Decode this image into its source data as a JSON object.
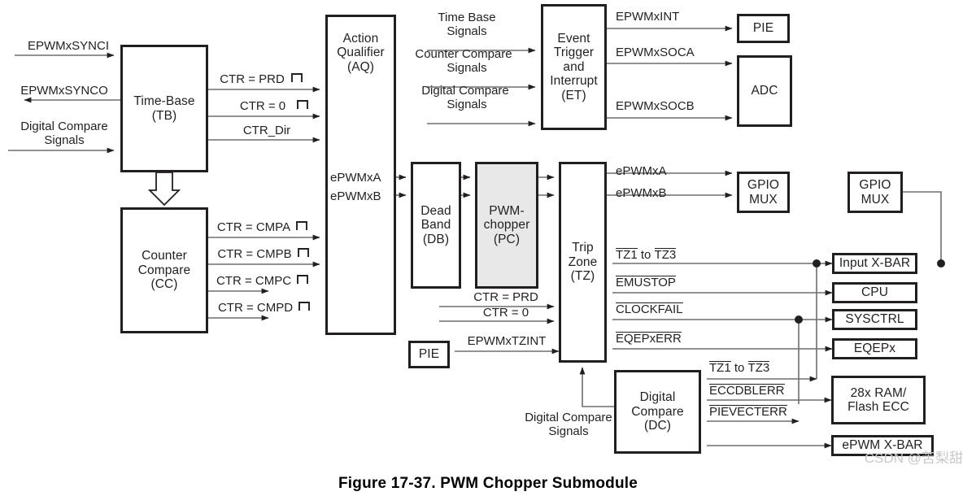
{
  "figure": {
    "caption": "Figure 17-37. PWM Chopper Submodule",
    "watermark": "CSDN @苦梨甜"
  },
  "blocks": {
    "time_base": {
      "line1": "Time-Base",
      "line2": "(TB)"
    },
    "counter_compare": {
      "line1": "Counter",
      "line2": "Compare",
      "line3": "(CC)"
    },
    "action_qualifier": {
      "line1": "Action",
      "line2": "Qualifier",
      "line3": "(AQ)"
    },
    "event_trigger": {
      "line1": "Event",
      "line2": "Trigger",
      "line3": "and",
      "line4": "Interrupt",
      "line5": "(ET)"
    },
    "dead_band": {
      "line1": "Dead",
      "line2": "Band",
      "line3": "(DB)"
    },
    "pwm_chopper": {
      "line1": "PWM-",
      "line2": "chopper",
      "line3": "(PC)"
    },
    "trip_zone": {
      "line1": "Trip",
      "line2": "Zone",
      "line3": "(TZ)"
    },
    "digital_compare": {
      "line1": "Digital",
      "line2": "Compare",
      "line3": "(DC)"
    },
    "pie_top": {
      "label": "PIE"
    },
    "adc": {
      "label": "ADC"
    },
    "gpio_mux_out": {
      "line1": "GPIO",
      "line2": "MUX"
    },
    "gpio_mux_in": {
      "line1": "GPIO",
      "line2": "MUX"
    },
    "input_xbar": {
      "label": "Input X-BAR"
    },
    "cpu": {
      "label": "CPU"
    },
    "sysctrl": {
      "label": "SYSCTRL"
    },
    "eqepx": {
      "label": "EQEPx"
    },
    "ram_ecc": {
      "line1": "28x RAM/",
      "line2": "Flash ECC"
    },
    "epwm_xbar": {
      "label": "ePWM X-BAR"
    },
    "pie_tz": {
      "label": "PIE"
    }
  },
  "signals": {
    "epwmx_synci": "EPWMxSYNCI",
    "epwmx_synco": "EPWMxSYNCO",
    "digital_compare_signals_left_1": "Digital Compare",
    "digital_compare_signals_left_2": "Signals",
    "ctr_prd": "CTR = PRD",
    "ctr_zero": "CTR = 0",
    "ctr_dir": "CTR_Dir",
    "ctr_cmpa": "CTR = CMPA",
    "ctr_cmpb": "CTR = CMPB",
    "ctr_cmpc": "CTR = CMPC",
    "ctr_cmpd": "CTR = CMPD",
    "time_base_signals_1": "Time Base",
    "time_base_signals_2": "Signals",
    "counter_compare_signals_1": "Counter Compare",
    "counter_compare_signals_2": "Signals",
    "digital_compare_signals_et_1": "Digital Compare",
    "digital_compare_signals_et_2": "Signals",
    "epwmx_int": "EPWMxINT",
    "epwmx_soca": "EPWMxSOCA",
    "epwmx_socb": "EPWMxSOCB",
    "epwmxa_aq": "ePWMxA",
    "epwmxb_aq": "ePWMxB",
    "epwmxa_tz": "ePWMxA",
    "epwmxb_tz": "ePWMxB",
    "ctr_prd_tz": "CTR = PRD",
    "ctr_zero_tz": "CTR = 0",
    "epwmx_tzint": "EPWMxTZINT",
    "tz1_to_tz3_a_p1": "TZ1",
    "tz1_to_tz3_a_mid": " to ",
    "tz1_to_tz3_a_p2": "TZ3",
    "emustop": "EMUSTOP",
    "clockfail": "CLOCKFAIL",
    "eqepxerr": "EQEPxERR",
    "tz1_to_tz3_b_p1": "TZ1",
    "tz1_to_tz3_b_mid": " to ",
    "tz1_to_tz3_b_p2": "TZ3",
    "eccdblerr": "ECCDBLERR",
    "pievecterr": "PIEVECTERR",
    "digital_compare_signals_dc_1": "Digital Compare",
    "digital_compare_signals_dc_2": "Signals"
  },
  "colors": {
    "line": "#231f20",
    "box_fill": "#ffffff",
    "shaded_fill": "#e8e8e8",
    "background": "#ffffff",
    "watermark": "#c9c9c9"
  }
}
